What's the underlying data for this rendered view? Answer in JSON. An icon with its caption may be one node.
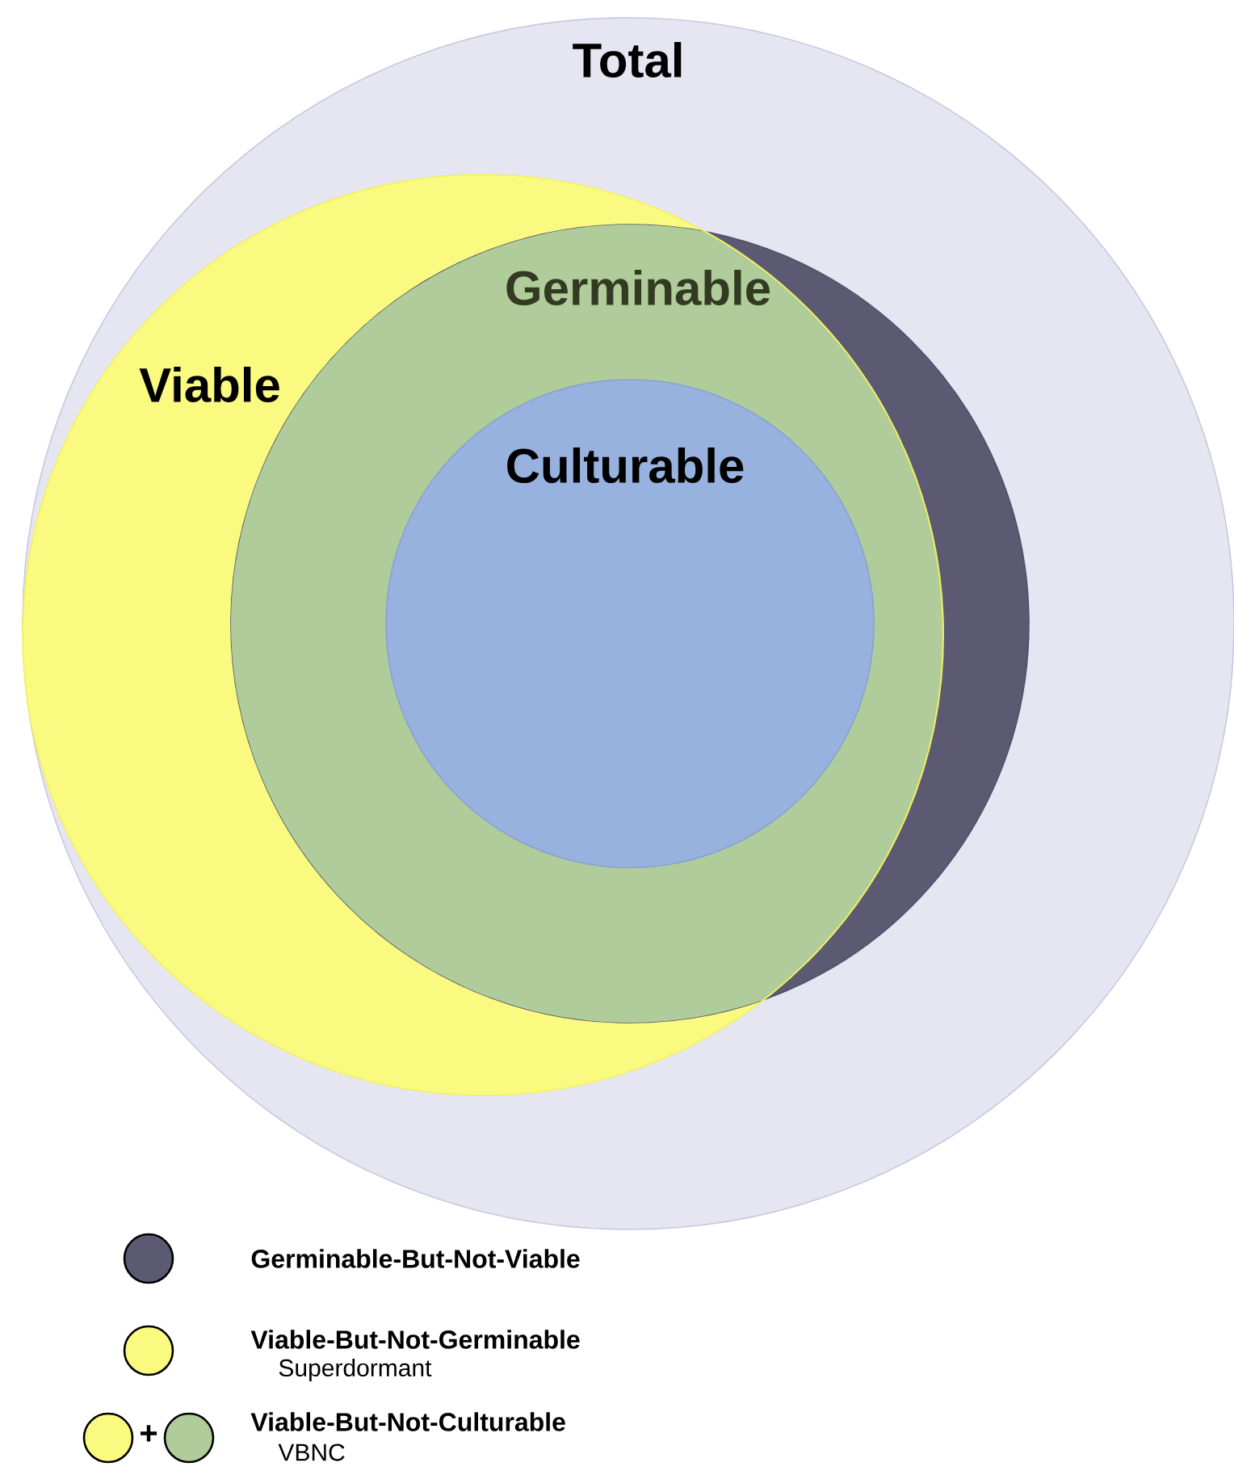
{
  "diagram": {
    "nodes": [
      {
        "text": [
          "Total"
        ]
      },
      {
        "text": [
          "Viable"
        ],
        "in": 0
      },
      {
        "text": [
          "Germinable"
        ],
        "in": 0
      },
      {
        "text": [
          "Culturable"
        ],
        "in": 2
      }
    ],
    "labels": [
      "Superdormant",
      "+",
      "VBNC"
    ],
    "legend": [
      {
        "text": "Germinable-But-Not-Viable",
        "color": "#5b5a72"
      },
      {
        "text": "Viable-But-Not-Germinable",
        "color": "#fafa80"
      },
      {
        "text": "Viable-But-Not-Culturable"
      }
    ]
  }
}
